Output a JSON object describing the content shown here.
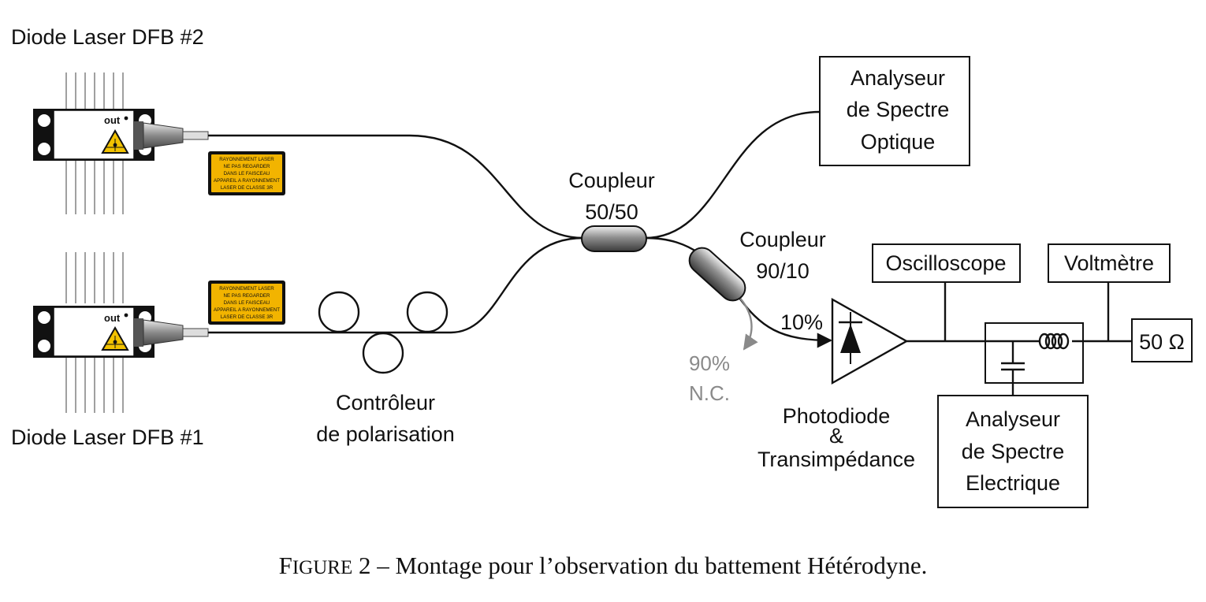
{
  "lasers": {
    "laser2": {
      "label": "Diode Laser DFB #2",
      "out_label": "out"
    },
    "laser1": {
      "label": "Diode Laser DFB #1",
      "out_label": "out"
    }
  },
  "warning_label": {
    "lines": [
      "RAYONNEMENT LASER",
      "NE PAS REGARDER",
      "DANS LE FAISCEAU",
      "APPAREIL A RAYONNEMENT",
      "LASER DE CLASSE 3R"
    ],
    "color": "#f2b400"
  },
  "polarization_controller": {
    "line1": "Contrôleur",
    "line2": "de polarisation"
  },
  "coupler_50": {
    "line1": "Coupleur",
    "line2": "50/50"
  },
  "coupler_90": {
    "line1": "Coupleur",
    "line2": "90/10"
  },
  "osa": {
    "line1": "Analyseur",
    "line2": "de Spectre",
    "line3": "Optique"
  },
  "branch_10": "10%",
  "branch_90": {
    "line1": "90%",
    "line2": "N.C."
  },
  "photodiode": {
    "line1": "Photodiode",
    "line2": "&",
    "line3": "Transimpédance"
  },
  "oscilloscope": "Oscilloscope",
  "voltmeter": "Voltmètre",
  "load": "50 Ω",
  "esa": {
    "line1": "Analyseur",
    "line2": "de Spectre",
    "line3": "Electrique"
  },
  "caption": {
    "prefix_first": "F",
    "prefix_rest": "IGURE",
    "text": " 2 – Montage pour l’observation du battement Hétérodyne."
  },
  "colors": {
    "ink": "#111111",
    "grey": "#8a8a8a"
  }
}
